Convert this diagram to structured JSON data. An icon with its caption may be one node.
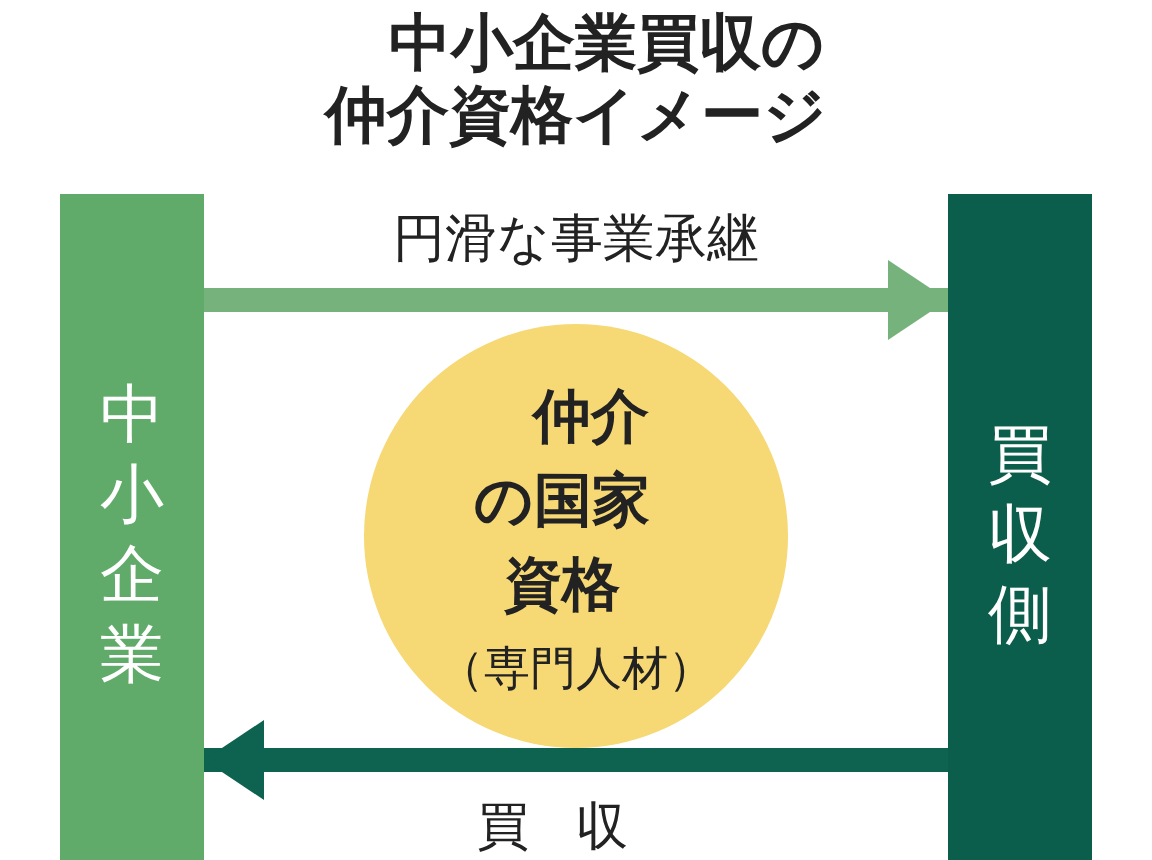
{
  "diagram": {
    "title": "中小企業買収の仲介資格イメージ",
    "nodes": [
      {
        "text": [
          "中小企業"
        ]
      },
      {
        "text": [
          "買収側"
        ]
      },
      {
        "text": [
          "仲介の国家資格",
          "（専門人材）"
        ]
      }
    ],
    "edges": [
      {
        "from": 0,
        "to": 1,
        "arrow": "to",
        "label": "円滑な事業承継",
        "color": "#76b27c"
      },
      {
        "from": 1,
        "to": 0,
        "arrow": "to",
        "label": "買収",
        "color": "#0e6350"
      }
    ]
  }
}
